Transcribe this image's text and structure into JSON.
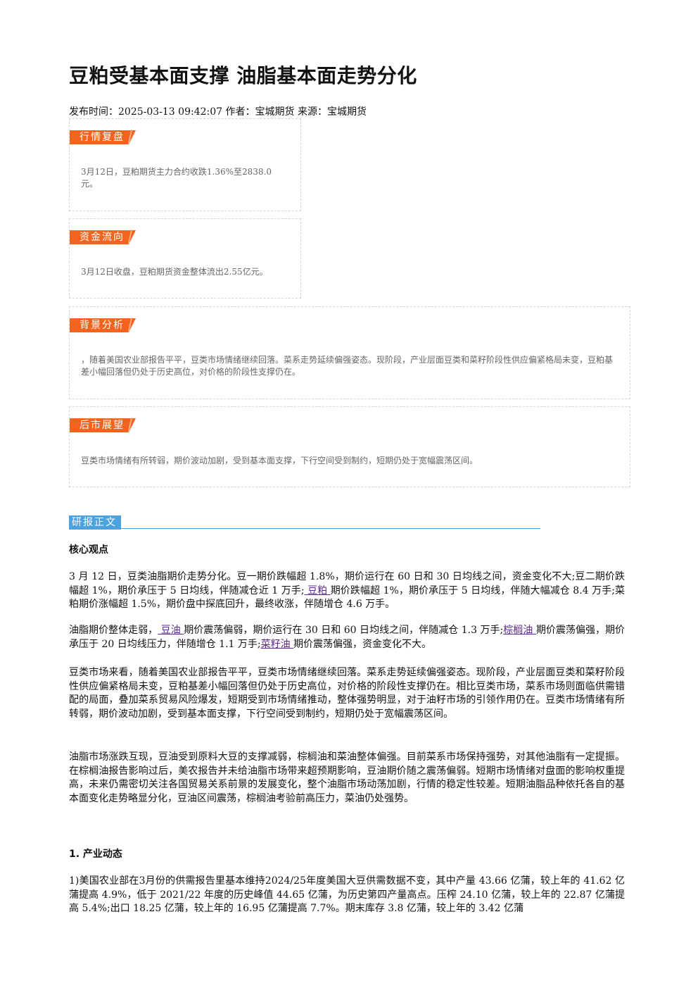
{
  "title": "豆粕受基本面支撑 油脂基本面走势分化",
  "meta": "发布时间：2025-03-13 09:42:07 作者：宝城期货 来源：宝城期货",
  "boxes": {
    "market_review": {
      "tag": "行情复盘",
      "text": "3月12日，豆粕期货主力合约收跌1.36%至2838.0元。"
    },
    "fund_flow": {
      "tag": "资金流向",
      "text": "3月12日收盘，豆粕期货资金整体流出2.55亿元。"
    },
    "background": {
      "tag": "背景分析",
      "text": "，随着美国农业部报告平平，豆类市场情绪继续回落。菜系走势延续偏强姿态。现阶段，产业层面豆类和菜籽阶段性供应偏紧格局未变，豆粕基差小幅回落但仍处于历史高位，对价格的阶段性支撑仍在。"
    },
    "outlook": {
      "tag": "后市展望",
      "text": "豆类市场情绪有所转弱，期价波动加剧，受到基本面支撑，下行空间受到制约，短期仍处于宽幅震荡区间。"
    }
  },
  "research_tag": "研报正文",
  "core_heading": "核心观点",
  "p1": {
    "a": "3 月 12 日，豆类油脂期价走势分化。豆一期价跌幅超 1.8%，期价运行在 60 日和 30 日均线之间，资金变化不大;豆二期价跌幅超 1%，期价承压于 5 日均线，伴随减仓近 1 万手;",
    "kw1": " 豆粕 ",
    "b": "期价跌幅超 1%，期价承压于 5 日均线，伴随大幅减仓 8.4 万手;菜粕期价涨幅超 1.5%，期价盘中探底回升，最终收涨，伴随增仓 4.6 万手。"
  },
  "p2": {
    "a": "油脂期价整体走弱，",
    "kw1": " 豆油 ",
    "b": "期价震荡偏弱，期价运行在 30 日和 60 日均线之间，伴随减仓 1.3 万手;",
    "kw2": "棕榈油 ",
    "c": "期价震荡偏强，期价承压于 20 日均线压力，伴随增仓 1.1 万手;",
    "kw3": "菜籽油 ",
    "d": "期价震荡偏强，资金变化不大。"
  },
  "p3": "豆类市场来看，随着美国农业部报告平平，豆类市场情绪继续回落。菜系走势延续偏强姿态。现阶段，产业层面豆类和菜籽阶段性供应偏紧格局未变，豆粕基差小幅回落但仍处于历史高位，对价格的阶段性支撑仍在。相比豆类市场，菜系市场则面临供需错配的局面，叠加菜系贸易风险爆发，短期受到市场情绪推动，整体强势明显，对于油籽市场的引领作用仍在。豆类市场情绪有所转弱，期价波动加剧，受到基本面支撑，下行空间受到制约，短期仍处于宽幅震荡区间。",
  "p4": "油脂市场涨跌互现，豆油受到原料大豆的支撑减弱，棕榈油和菜油整体偏强。目前菜系市场保持强势，对其他油脂有一定提振。在棕榈油报告影响过后，美农报告并未给油脂市场带来超预期影响，豆油期价随之震荡偏弱。短期市场情绪对盘面的影响权重提高，未来仍需密切关注各国贸易关系前景的发展变化，整个油脂市场动荡加剧，行情的稳定性较差。短期油脂品种依托各自的基本面变化走势略显分化，豆油区间震荡，棕榈油考验前高压力，菜油仍处强势。",
  "section1_heading": "1. 产业动态",
  "p5": "1)美国农业部在3月份的供需报告里基本维持2024/25年度美国大豆供需数据不变，其中产量 43.66 亿蒲，较上年的 41.62 亿蒲提高 4.9%，低于 2021/22 年度的历史峰值 44.65 亿蒲，为历史第四产量高点。压榨 24.10 亿蒲，较上年的 22.87 亿蒲提高 5.4%;出口 18.25 亿蒲，较上年的 16.95 亿蒲提高 7.7%。期末库存 3.8 亿蒲，较上年的 3.42 亿蒲"
}
